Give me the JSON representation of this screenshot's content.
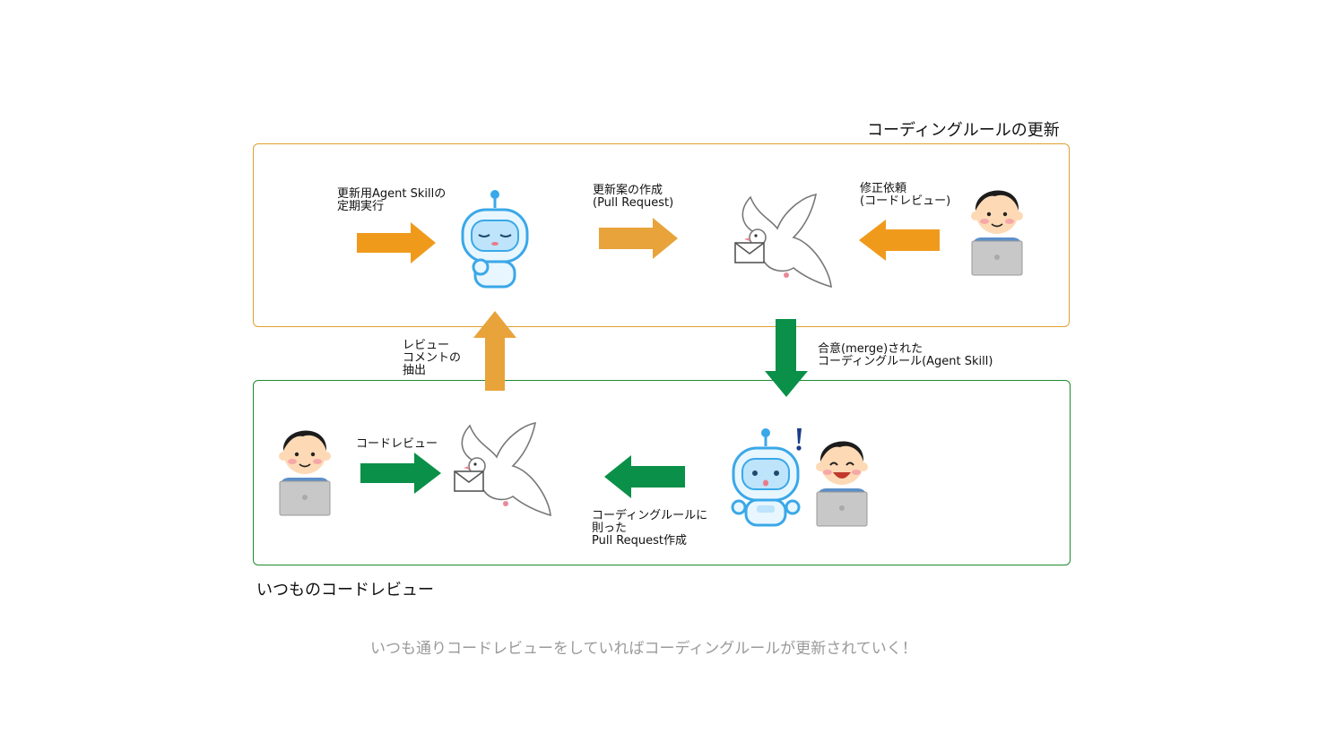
{
  "top_section": {
    "title": "コーディングルールの更新",
    "label_trigger": "更新用Agent Skillの\n定期実行",
    "label_pr": "更新案の作成\n(Pull Request)",
    "label_request": "修正依頼\n(コードレビュー)"
  },
  "middle": {
    "label_extract": "レビュー\nコメントの\n抽出",
    "label_merge": "合意(merge)された\nコーディングルール(Agent Skill)"
  },
  "bottom_section": {
    "title": "いつものコードレビュー",
    "label_review": "コードレビュー",
    "label_pr_create": "コーディングルールに\n則った\nPull Request作成"
  },
  "caption": "いつも通りコードレビューをしていればコーディングルールが更新されていく！",
  "colors": {
    "orange_frame": "#e0a030",
    "green_frame": "#1d8a2e",
    "orange_arrow": "#f09a1c",
    "orange_arrow_light": "#e8a33a",
    "green_arrow": "#0a9048"
  },
  "icons": [
    "robot-sleeping-icon",
    "dove-letter-icon",
    "person-laptop-icon",
    "robot-surprised-icon",
    "person-laughing-laptop-icon"
  ]
}
